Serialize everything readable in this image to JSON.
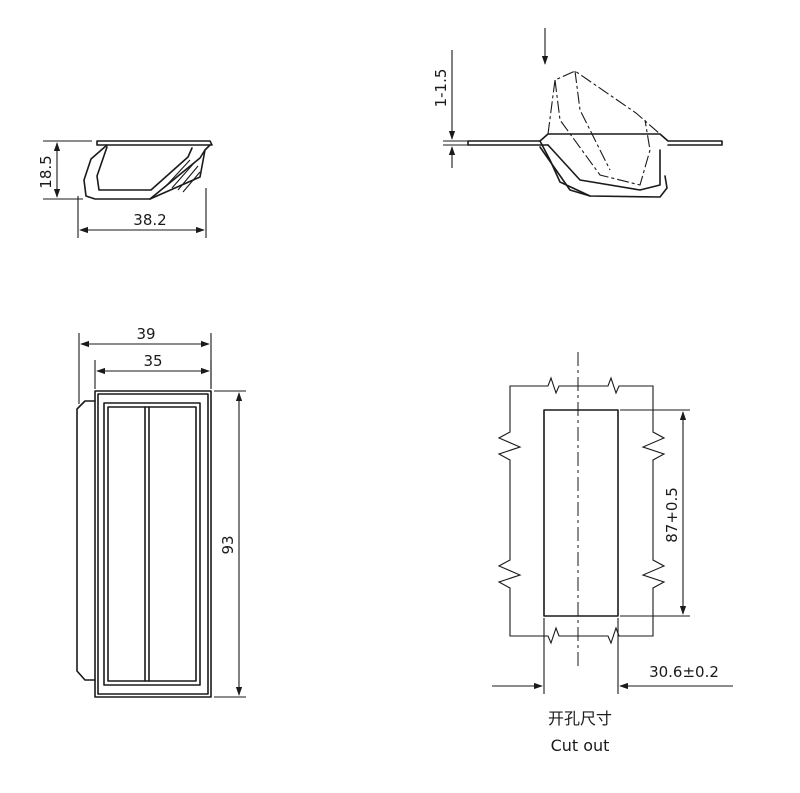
{
  "dimensions": {
    "side_height": "18.5",
    "side_width": "38.2",
    "press_depth": "1-1.5",
    "outer_width": "39",
    "inner_width": "35",
    "length": "93",
    "cutout_length": "87+0.5",
    "cutout_width": "30.6±0.2"
  },
  "caption": {
    "cn": "开孔尺寸",
    "en": "Cut out"
  }
}
